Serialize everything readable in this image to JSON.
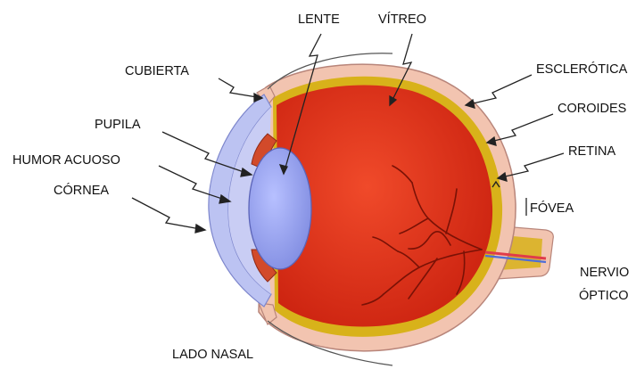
{
  "labels": {
    "lens": "LENTE",
    "vitreous": "VÍTREO",
    "cover": "CUBIERTA",
    "sclera": "ESCLERÓTICA",
    "choroid": "COROIDES",
    "pupil": "PUPILA",
    "retina": "RETINA",
    "aqueous_humor": "HUMOR ACUOSO",
    "cornea": "CÓRNEA",
    "fovea": "FÓVEA",
    "optic_nerve_line1": "NERVIO",
    "optic_nerve_line2": "ÓPTICO",
    "nasal_side": "LADO NASAL"
  },
  "colors": {
    "sclera": "#f2c4b0",
    "sclera_outline": "#b8857a",
    "choroid": "#d8b21a",
    "vitreous": "#e3361c",
    "lens": "#99a4ee",
    "lens_outline": "#5b64b8",
    "cornea": "#bcc3f2",
    "iris": "#d24a2a",
    "vessels": "#7a1206",
    "nerve_artery": "#e03b4a",
    "nerve_vein": "#4d6ed8",
    "pointer": "#222222"
  }
}
